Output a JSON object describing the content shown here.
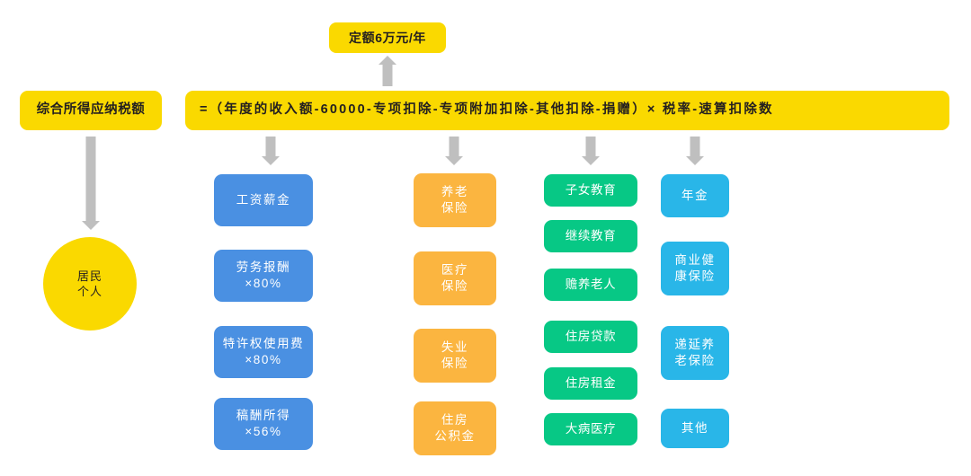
{
  "title": "个人所得税综合所得应纳税额计算",
  "colors": {
    "yellow": "#fad900",
    "blue": "#4a90e2",
    "orange": "#fbb540",
    "green": "#07c885",
    "cyan": "#29b6e8",
    "arrow_gray": "#bfbfbf",
    "dark_text": "#231f20"
  },
  "top": {
    "quota_label": "定额6万元/年"
  },
  "formula_row": {
    "left_label": "综合所得应纳税额",
    "formula": "=（年度的收入额-60000-专项扣除-专项附加扣除-其他扣除-捐赠）× 税率-速算扣除数"
  },
  "taxpayer": {
    "label": "居民\n个人"
  },
  "columns": [
    {
      "id": "income",
      "color": "blue",
      "items": [
        {
          "label": "工资薪金"
        },
        {
          "label": "劳务报酬\n×80%"
        },
        {
          "label": "特许权使用费\n×80%"
        },
        {
          "label": "稿酬所得\n×56%"
        }
      ]
    },
    {
      "id": "special-deduction",
      "color": "orange",
      "items": [
        {
          "label": "养老\n保险"
        },
        {
          "label": "医疗\n保险"
        },
        {
          "label": "失业\n保险"
        },
        {
          "label": "住房\n公积金"
        }
      ]
    },
    {
      "id": "special-additional-deduction",
      "color": "green",
      "items": [
        {
          "label": "子女教育"
        },
        {
          "label": "继续教育"
        },
        {
          "label": "赡养老人"
        },
        {
          "label": "住房贷款"
        },
        {
          "label": "住房租金"
        },
        {
          "label": "大病医疗"
        }
      ]
    },
    {
      "id": "other-deduction",
      "color": "cyan",
      "items": [
        {
          "label": "年金"
        },
        {
          "label": "商业健\n康保险"
        },
        {
          "label": "递延养\n老保险"
        },
        {
          "label": "其他"
        }
      ]
    }
  ],
  "arrows": {
    "quota_up": "up-arrow",
    "resident_down": "down-arrow",
    "column_down": "down-arrow"
  }
}
